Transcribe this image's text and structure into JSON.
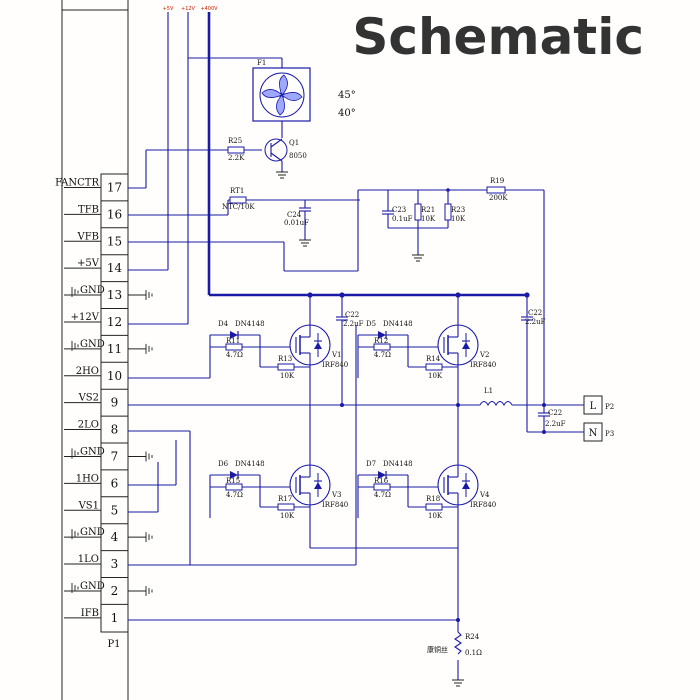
{
  "title": "Schematic",
  "connector": {
    "ref": "P1",
    "pins": [
      {
        "num": "17",
        "label": "FANCTR"
      },
      {
        "num": "16",
        "label": "TFB"
      },
      {
        "num": "15",
        "label": "VFB"
      },
      {
        "num": "14",
        "label": "+5V"
      },
      {
        "num": "13",
        "label": "GND"
      },
      {
        "num": "12",
        "label": "+12V"
      },
      {
        "num": "11",
        "label": "GND"
      },
      {
        "num": "10",
        "label": "2HO"
      },
      {
        "num": "9",
        "label": "VS2"
      },
      {
        "num": "8",
        "label": "2LO"
      },
      {
        "num": "7",
        "label": "GND"
      },
      {
        "num": "6",
        "label": "1HO"
      },
      {
        "num": "5",
        "label": "VS1"
      },
      {
        "num": "4",
        "label": "GND"
      },
      {
        "num": "3",
        "label": "1LO"
      },
      {
        "num": "2",
        "label": "GND"
      },
      {
        "num": "1",
        "label": "IFB"
      }
    ]
  },
  "rails": {
    "v5": "+5V",
    "v12": "+12V",
    "v400": "+400V"
  },
  "fan": {
    "ref": "F1",
    "temp_high": "45°",
    "temp_low": "40°"
  },
  "transistor": {
    "ref": "Q1",
    "part": "8050"
  },
  "parts": {
    "r25": {
      "ref": "R25",
      "value": "2.2K"
    },
    "rt1": {
      "ref": "RT1",
      "value": "NTC/10K"
    },
    "c24": {
      "ref": "C24",
      "value": "0.01uF"
    },
    "c23": {
      "ref": "C23",
      "value": "0.1uF"
    },
    "r21": {
      "ref": "R21",
      "value": "10K"
    },
    "r23": {
      "ref": "R23",
      "value": "10K"
    },
    "r19": {
      "ref": "R19",
      "value": "200K"
    },
    "c22a": {
      "ref": "C22",
      "value": "2.2uF"
    },
    "c22b": {
      "ref": "C22",
      "value": "2.2uF"
    },
    "c22c": {
      "ref": "C22",
      "value": "2.2uF"
    },
    "l1": {
      "ref": "L1"
    },
    "r24": {
      "ref": "R24",
      "value": "0.1Ω",
      "note": "康铜丝"
    }
  },
  "gates": [
    {
      "dref": "D4",
      "dpart": "DN4148",
      "r_ser": "R11",
      "r_ser_val": "4.7Ω",
      "r_pd": "R13",
      "r_pd_val": "10K",
      "fet": "V1",
      "fet_part": "IRF840"
    },
    {
      "dref": "D5",
      "dpart": "DN4148",
      "r_ser": "R12",
      "r_ser_val": "4.7Ω",
      "r_pd": "R14",
      "r_pd_val": "10K",
      "fet": "V2",
      "fet_part": "IRF840"
    },
    {
      "dref": "D6",
      "dpart": "DN4148",
      "r_ser": "R15",
      "r_ser_val": "4.7Ω",
      "r_pd": "R17",
      "r_pd_val": "10K",
      "fet": "V3",
      "fet_part": "IRF840"
    },
    {
      "dref": "D7",
      "dpart": "DN4148",
      "r_ser": "R16",
      "r_ser_val": "4.7Ω",
      "r_pd": "R18",
      "r_pd_val": "10K",
      "fet": "V4",
      "fet_part": "IRF840"
    }
  ],
  "outputs": [
    {
      "ref": "P2",
      "label": "L"
    },
    {
      "ref": "P3",
      "label": "N"
    }
  ]
}
